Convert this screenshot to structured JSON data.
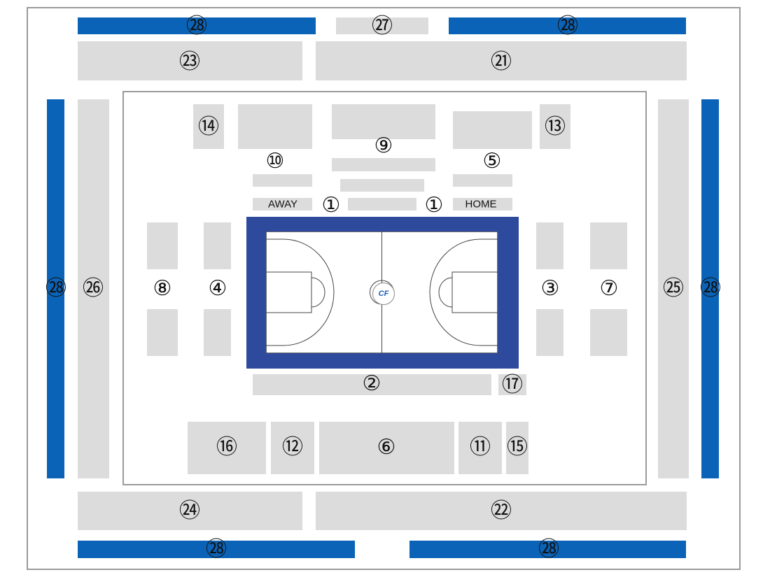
{
  "colors": {
    "zone": "#dcdcdc",
    "banner": "#0a63b7",
    "court_border": "#2e4a9c",
    "outline": "#9a9a9a"
  },
  "labels": {
    "n1": "①",
    "n2": "②",
    "n3": "③",
    "n4": "④",
    "n5": "⑤",
    "n6": "⑥",
    "n7": "⑦",
    "n8": "⑧",
    "n9": "⑨",
    "n10": "⑩",
    "n11": "⑪",
    "n12": "⑫",
    "n13": "⑬",
    "n14": "⑭",
    "n15": "⑮",
    "n16": "⑯",
    "n17": "⑰",
    "n21": "㉑",
    "n22": "㉒",
    "n23": "㉓",
    "n24": "㉔",
    "n25": "㉕",
    "n26": "㉖",
    "n27": "㉗",
    "n28": "㉘",
    "away": "AWAY",
    "home": "HOME"
  },
  "court": {
    "logo_text": "CF",
    "logo_icon": "federation-logo-icon"
  }
}
